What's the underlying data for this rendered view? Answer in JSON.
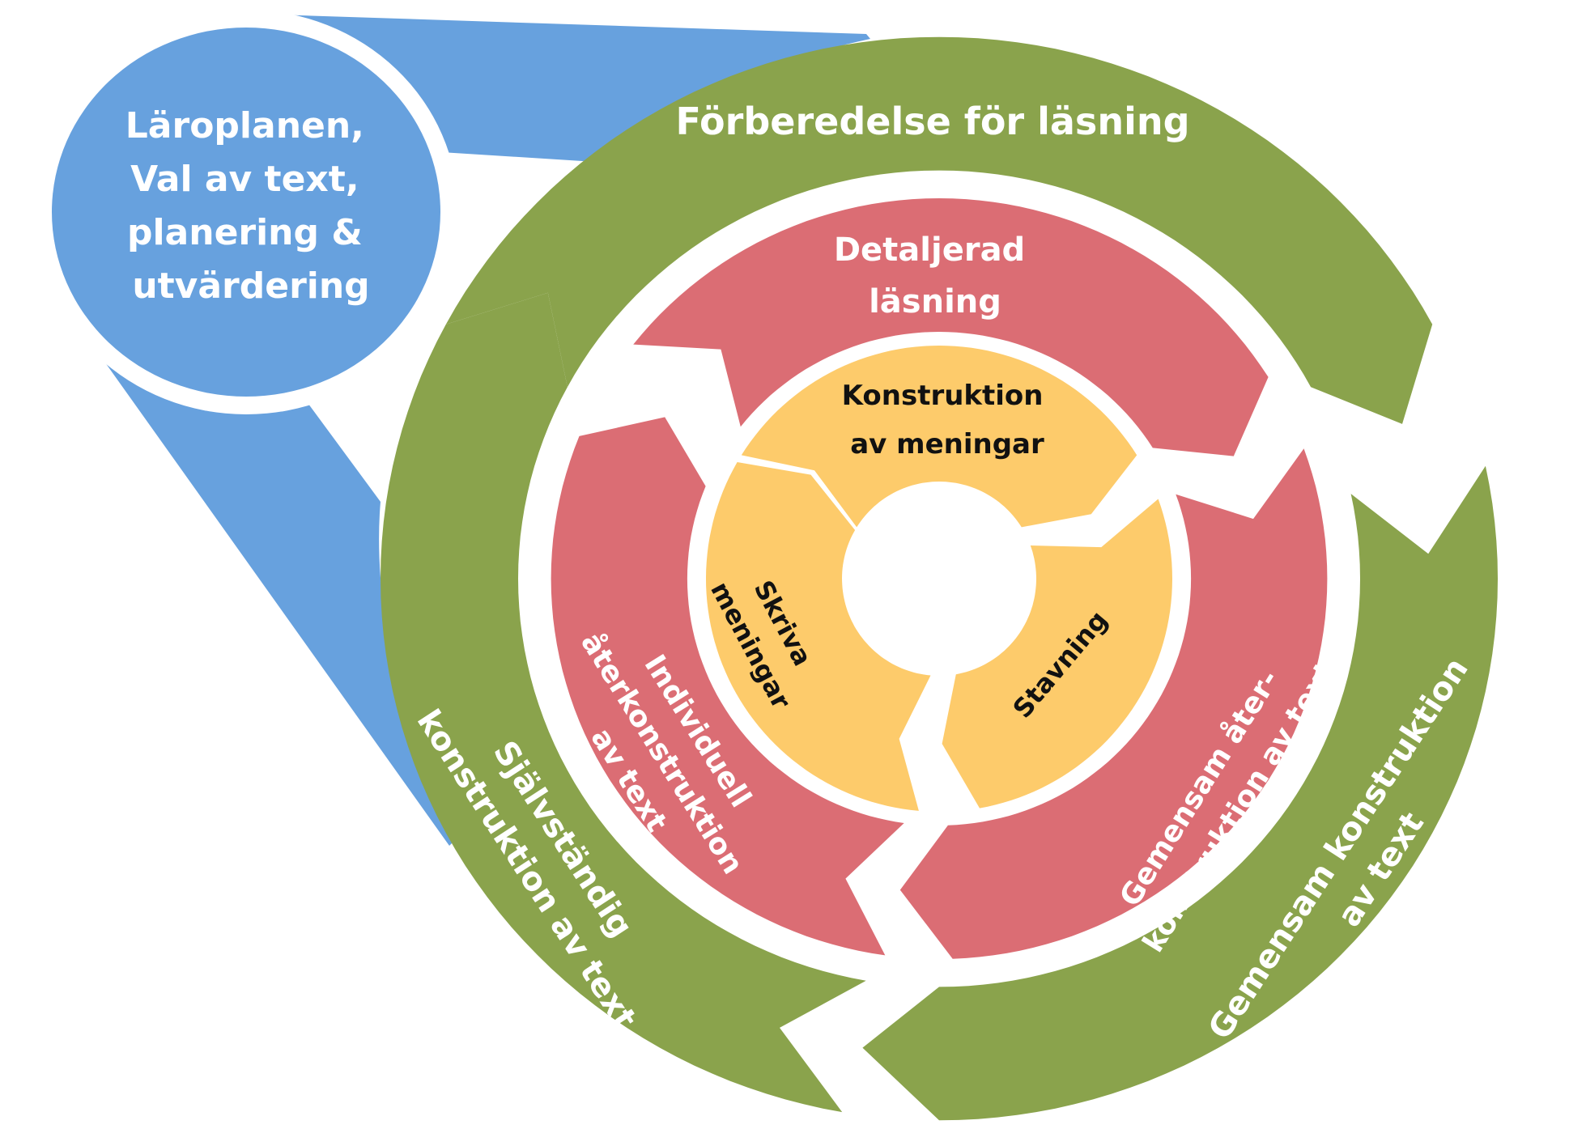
{
  "title": "Läsa för att lära – undervisningscykel",
  "colors": {
    "planning": "#67A1DE",
    "outer_ring": "#8AA34C",
    "middle_ring": "#DB6D74",
    "inner_ring": "#FDCB6B",
    "label_light": "#FFFFFF",
    "label_dark": "#111111"
  },
  "planning": {
    "lines": [
      "Läroplanen,",
      "Val av text,",
      "planering &",
      "utvärdering"
    ]
  },
  "outer_ring": {
    "segments": [
      {
        "id": "preparation",
        "lines": [
          "Förberedelse för läsning"
        ]
      },
      {
        "id": "joint-construction",
        "lines": [
          "Gemensam konstruktion",
          "av text"
        ]
      },
      {
        "id": "independent-construction",
        "lines": [
          "Självständig",
          "konstruktion av text"
        ]
      }
    ]
  },
  "middle_ring": {
    "segments": [
      {
        "id": "detailed-reading",
        "lines": [
          "Detaljerad",
          "läsning"
        ]
      },
      {
        "id": "joint-reconstruction",
        "lines": [
          "Gemensam åter-",
          "konstruktion av text"
        ]
      },
      {
        "id": "individual-reconstruction",
        "lines": [
          "Individuell",
          "återkonstruktion",
          "av text"
        ]
      }
    ]
  },
  "inner_ring": {
    "segments": [
      {
        "id": "sentence-construction",
        "lines": [
          "Konstruktion",
          "av meningar"
        ]
      },
      {
        "id": "spelling",
        "lines": [
          "Stavning"
        ]
      },
      {
        "id": "sentence-writing",
        "lines": [
          "Skriva",
          "meningar"
        ]
      }
    ]
  }
}
